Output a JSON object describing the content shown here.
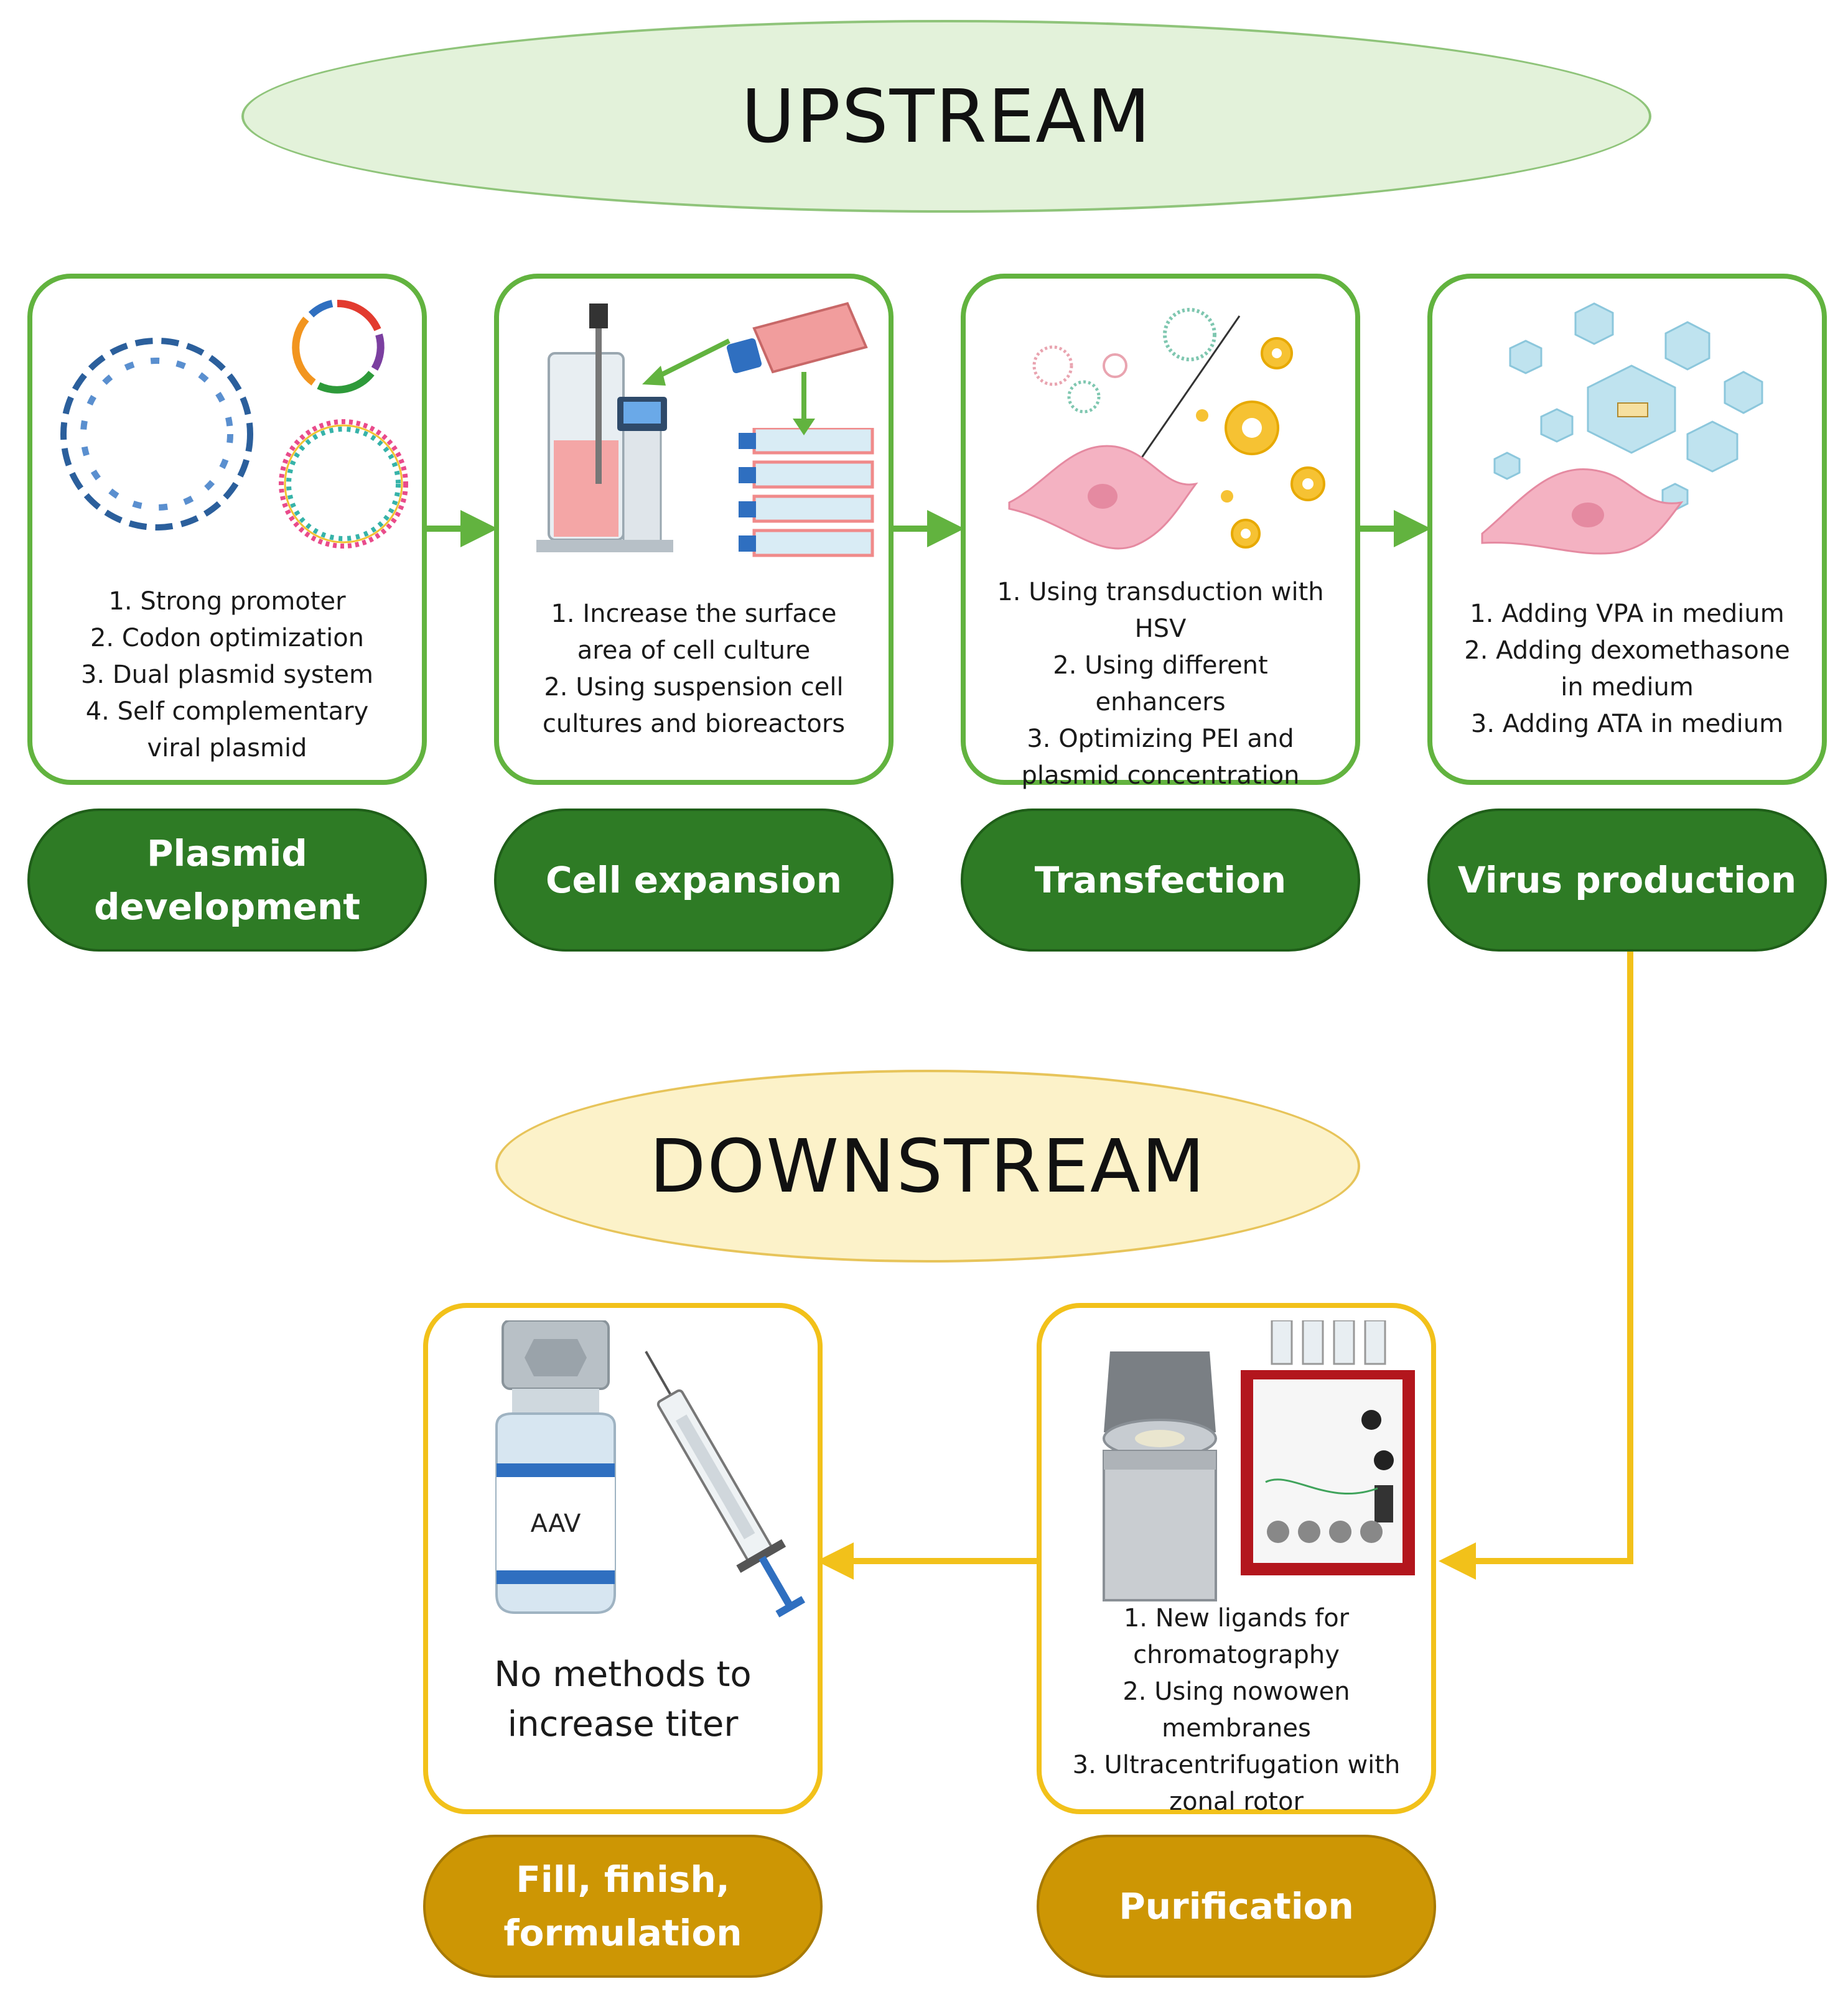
{
  "upstream_title": "UPSTREAM",
  "downstream_title": "DOWNSTREAM",
  "steps": {
    "plasmid": {
      "label": "Plasmid\ndevelopment",
      "items": [
        "1. Strong promoter",
        "2. Codon optimization",
        "3. Dual plasmid system",
        "4. Self complementary\nviral plasmid"
      ]
    },
    "cell": {
      "label": "Cell expansion",
      "items": [
        "1. Increase the surface\narea of cell culture",
        "2. Using suspension cell\ncultures and bioreactors"
      ]
    },
    "transfection": {
      "label": "Transfection",
      "items": [
        "1. Using transduction with\nHSV",
        "2. Using different enhancers",
        "3. Optimizing PEI and\nplasmid concentration"
      ]
    },
    "virus": {
      "label": "Virus production",
      "items": [
        "1. Adding VPA in medium",
        "2. Adding dexomethasone\nin medium",
        "3. Adding ATA in medium"
      ]
    },
    "purification": {
      "label": "Purification",
      "items": [
        "1. New ligands for\nchromatography",
        "2. Using nowowen\nmembranes",
        "3. Ultracentrifugation with\nzonal rotor"
      ]
    },
    "fill": {
      "label": "Fill, finish,\nformulation",
      "note": "No methods to\nincrease titer",
      "vial_label": "AAV"
    }
  },
  "colors": {
    "upstream_green": "#2e7b25",
    "card_green_border": "#62b33f",
    "downstream_gold": "#cd9604",
    "card_gold_border": "#f2c11a",
    "upstream_oval_fill": "#e3f2da",
    "downstream_oval_fill": "#fcf2c9"
  },
  "icons": [
    "plasmid-dna-icon",
    "plasmid-map-icon",
    "bioreactor-icon",
    "cell-flask-icon",
    "culture-stack-icon",
    "transfection-cell-icon",
    "virus-production-cell-icon",
    "centrifuge-icon",
    "chromatography-system-icon",
    "aav-vial-icon",
    "syringe-icon"
  ]
}
